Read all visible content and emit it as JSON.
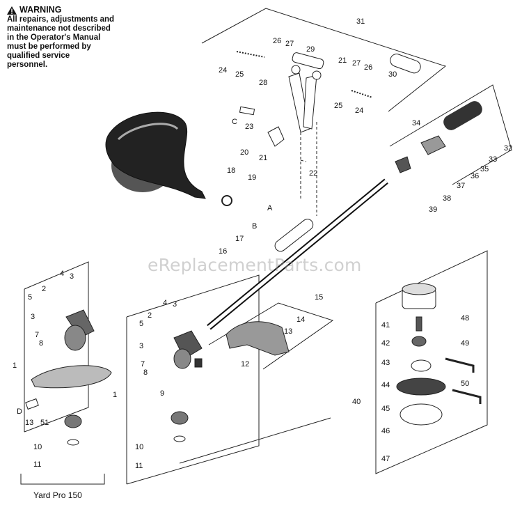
{
  "warning": {
    "title": "WARNING",
    "text": "All repairs, adjustments and\nmaintenance not described\nin the Operator's Manual\nmust be performed by\nqualified service\npersonnel."
  },
  "watermark": "eReplacementParts.com",
  "caption": "Yard Pro 150",
  "callouts": [
    "31",
    "26",
    "27",
    "29",
    "21",
    "27",
    "26",
    "24",
    "25",
    "28",
    "30",
    "24",
    "25",
    "C",
    "23",
    "34",
    "32",
    "20",
    "21",
    "22",
    "33",
    "35",
    "36",
    "37",
    "18",
    "19",
    "38",
    "39",
    "A",
    "B",
    "17",
    "16",
    "4",
    "3",
    "2",
    "5",
    "3",
    "7",
    "8",
    "1",
    "14",
    "15",
    "4",
    "3",
    "2",
    "5",
    "3",
    "7",
    "8",
    "13",
    "12",
    "9",
    "41",
    "48",
    "42",
    "43",
    "49",
    "44",
    "50",
    "40",
    "45",
    "46",
    "47",
    "1",
    "D",
    "13",
    "51",
    "10",
    "11",
    "10",
    "11"
  ]
}
